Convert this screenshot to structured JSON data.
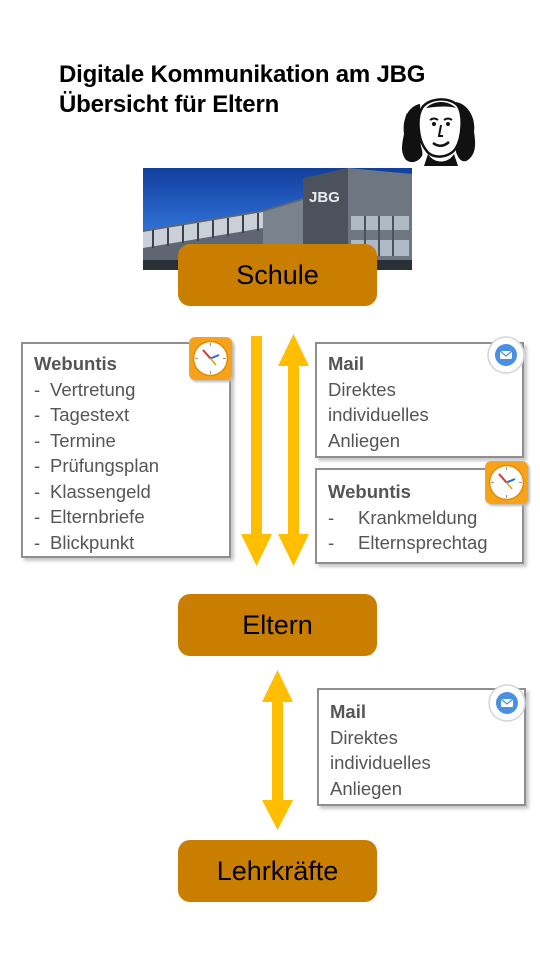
{
  "header": {
    "title_line1": "Digitale Kommunikation am JBG",
    "title_line2": "Übersicht für Eltern"
  },
  "photo": {
    "sign_text": "JBG"
  },
  "nodes": {
    "schule": "Schule",
    "eltern": "Eltern",
    "lehrkraefte": "Lehrkräfte"
  },
  "box_webuntis_left": {
    "title": "Webuntis",
    "items": [
      "Vertretung",
      "Tagestext",
      "Termine",
      "Prüfungsplan",
      "Klassengeld",
      "Elternbriefe",
      "Blickpunkt"
    ],
    "dash": "-"
  },
  "box_mail_top": {
    "title": "Mail",
    "lines": [
      "Direktes",
      "individuelles",
      "Anliegen"
    ]
  },
  "box_webuntis_right": {
    "title": "Webuntis",
    "items": [
      "Krankmeldung",
      "Elternsprechtag"
    ],
    "dash": "-"
  },
  "box_mail_bottom": {
    "title": "Mail",
    "lines": [
      "Direktes",
      "individuelles",
      "Anliegen"
    ]
  },
  "colors": {
    "node_fill": "#c97e00",
    "arrow": "#ffbf00",
    "box_border": "#8f8f8f",
    "clock_tile": "#f6a21b",
    "mail_blue": "#4a90e2"
  },
  "icons": {
    "clock": "clock-icon",
    "mail": "mail-icon",
    "portrait": "portrait-logo"
  }
}
